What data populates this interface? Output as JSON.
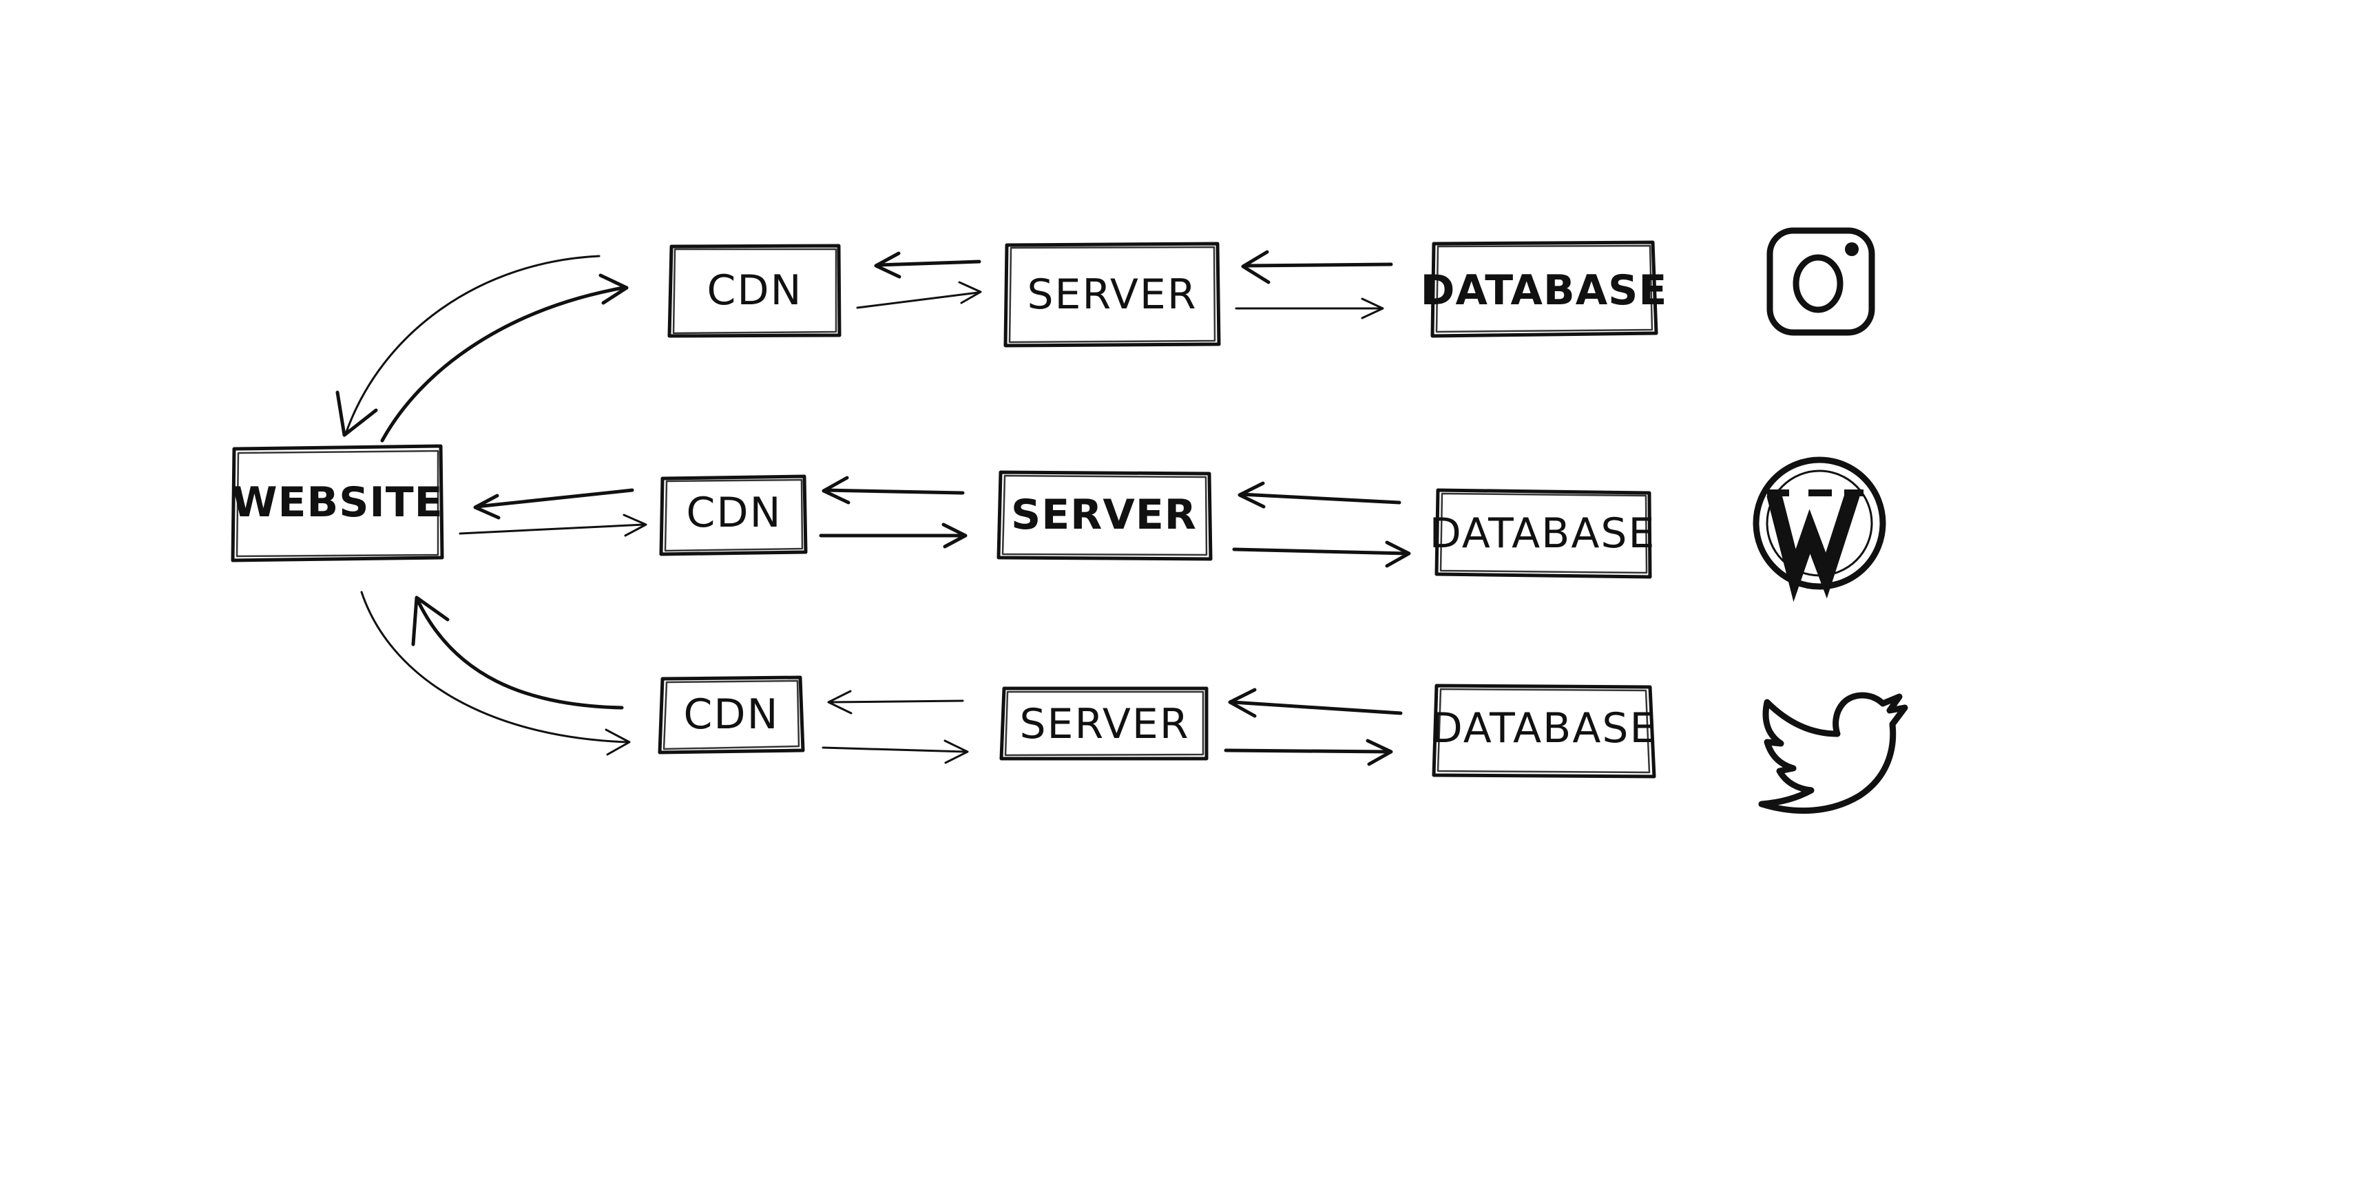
{
  "website": {
    "label": "WEBSITE"
  },
  "rows": [
    {
      "cdn": "CDN",
      "server": "SERVER",
      "database": "DATABASE",
      "icon": "instagram-icon"
    },
    {
      "cdn": "CDN",
      "server": "SERVER",
      "database": "DATABASE",
      "icon": "wordpress-icon"
    },
    {
      "cdn": "CDN",
      "server": "SERVER",
      "database": "DATABASE",
      "icon": "twitter-icon"
    }
  ]
}
